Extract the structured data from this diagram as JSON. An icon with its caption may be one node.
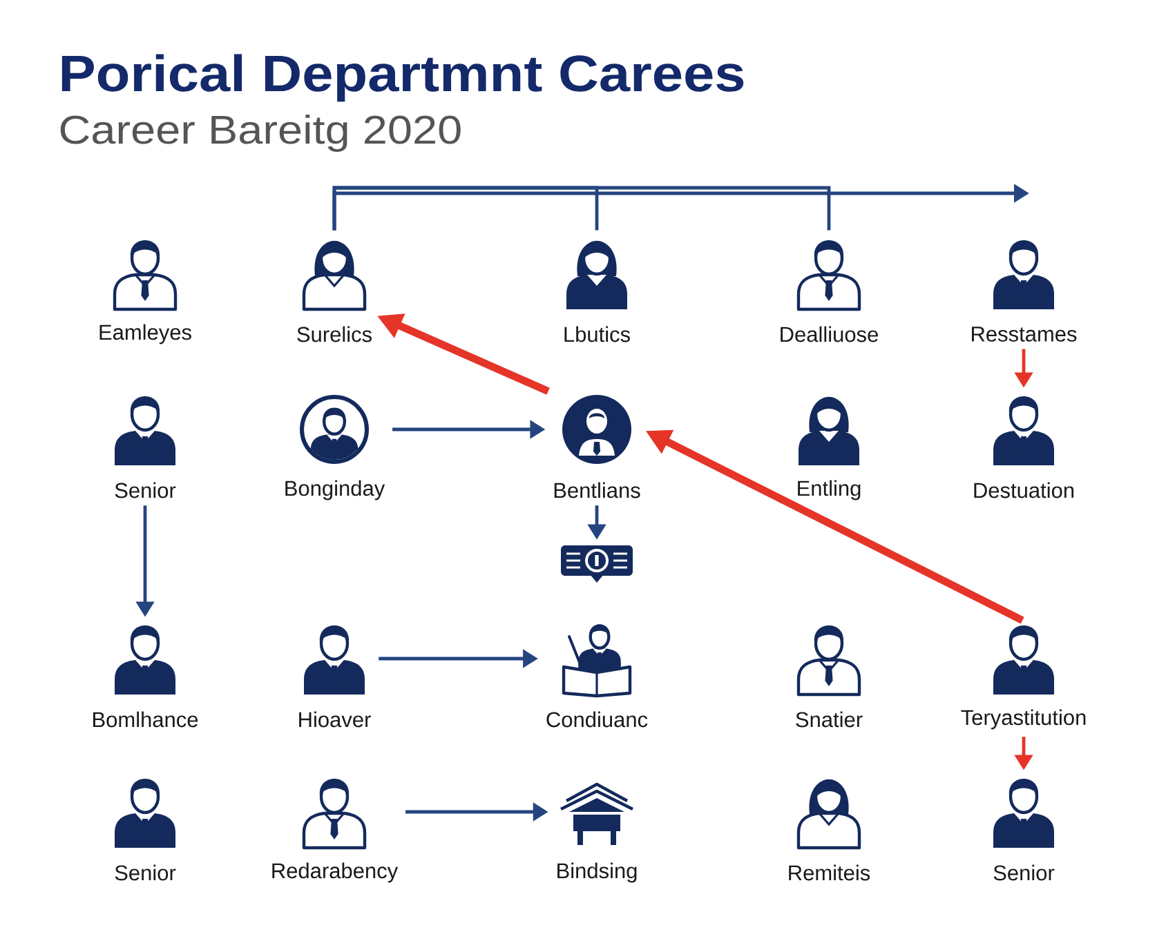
{
  "diagram": {
    "title": "Porical Departmnt Carees",
    "nodes": [
      {
        "text": [
          "Eamleyes"
        ]
      },
      {
        "text": [
          "Surelics"
        ]
      },
      {
        "text": [
          "Lbutics"
        ]
      },
      {
        "text": [
          "Dealliuose"
        ]
      },
      {
        "text": [
          "Resstames"
        ]
      },
      {
        "text": [
          "Senior"
        ]
      },
      {
        "text": [
          "Bonginday"
        ]
      },
      {
        "text": [
          "Bentlians"
        ]
      },
      {
        "text": [
          "Entling"
        ]
      },
      {
        "text": [
          "Destuation"
        ]
      },
      {
        "text": [],
        "shape": "picture"
      },
      {
        "text": [
          "Bomlhance"
        ]
      },
      {
        "text": [
          "Hioaver"
        ]
      },
      {
        "text": [
          "Condiuanc"
        ]
      },
      {
        "text": [
          "Snatier"
        ]
      },
      {
        "text": [
          "Teryastitution"
        ]
      },
      {
        "text": [
          "Senior"
        ]
      },
      {
        "text": [
          "Redarabency"
        ]
      },
      {
        "text": [
          "Bindsing"
        ]
      },
      {
        "text": [
          "Remiteis"
        ]
      },
      {
        "text": [
          "Senior"
        ]
      }
    ],
    "edges": [
      {
        "from": 1,
        "to": null,
        "arrow": "to"
      },
      {
        "from": 1,
        "to": 2,
        "arrow": "none"
      },
      {
        "from": 1,
        "to": 3,
        "arrow": "none"
      },
      {
        "from": 7,
        "to": 1,
        "arrow": "to",
        "style": "thick",
        "color": "#e53428"
      },
      {
        "from": 4,
        "to": 9,
        "arrow": "to",
        "color": "#e53428"
      },
      {
        "from": 6,
        "to": 7,
        "arrow": "to"
      },
      {
        "from": 15,
        "to": 7,
        "arrow": "to",
        "style": "thick",
        "color": "#e53428"
      },
      {
        "from": 7,
        "to": 10,
        "arrow": "to"
      },
      {
        "from": 5,
        "to": 11,
        "arrow": "to"
      },
      {
        "from": 12,
        "to": 13,
        "arrow": "to"
      },
      {
        "from": 15,
        "to": 20,
        "arrow": "to",
        "color": "#e53428"
      },
      {
        "from": 17,
        "to": 18,
        "arrow": "to"
      }
    ],
    "labels": [
      "Career Bareitg 2020"
    ]
  }
}
